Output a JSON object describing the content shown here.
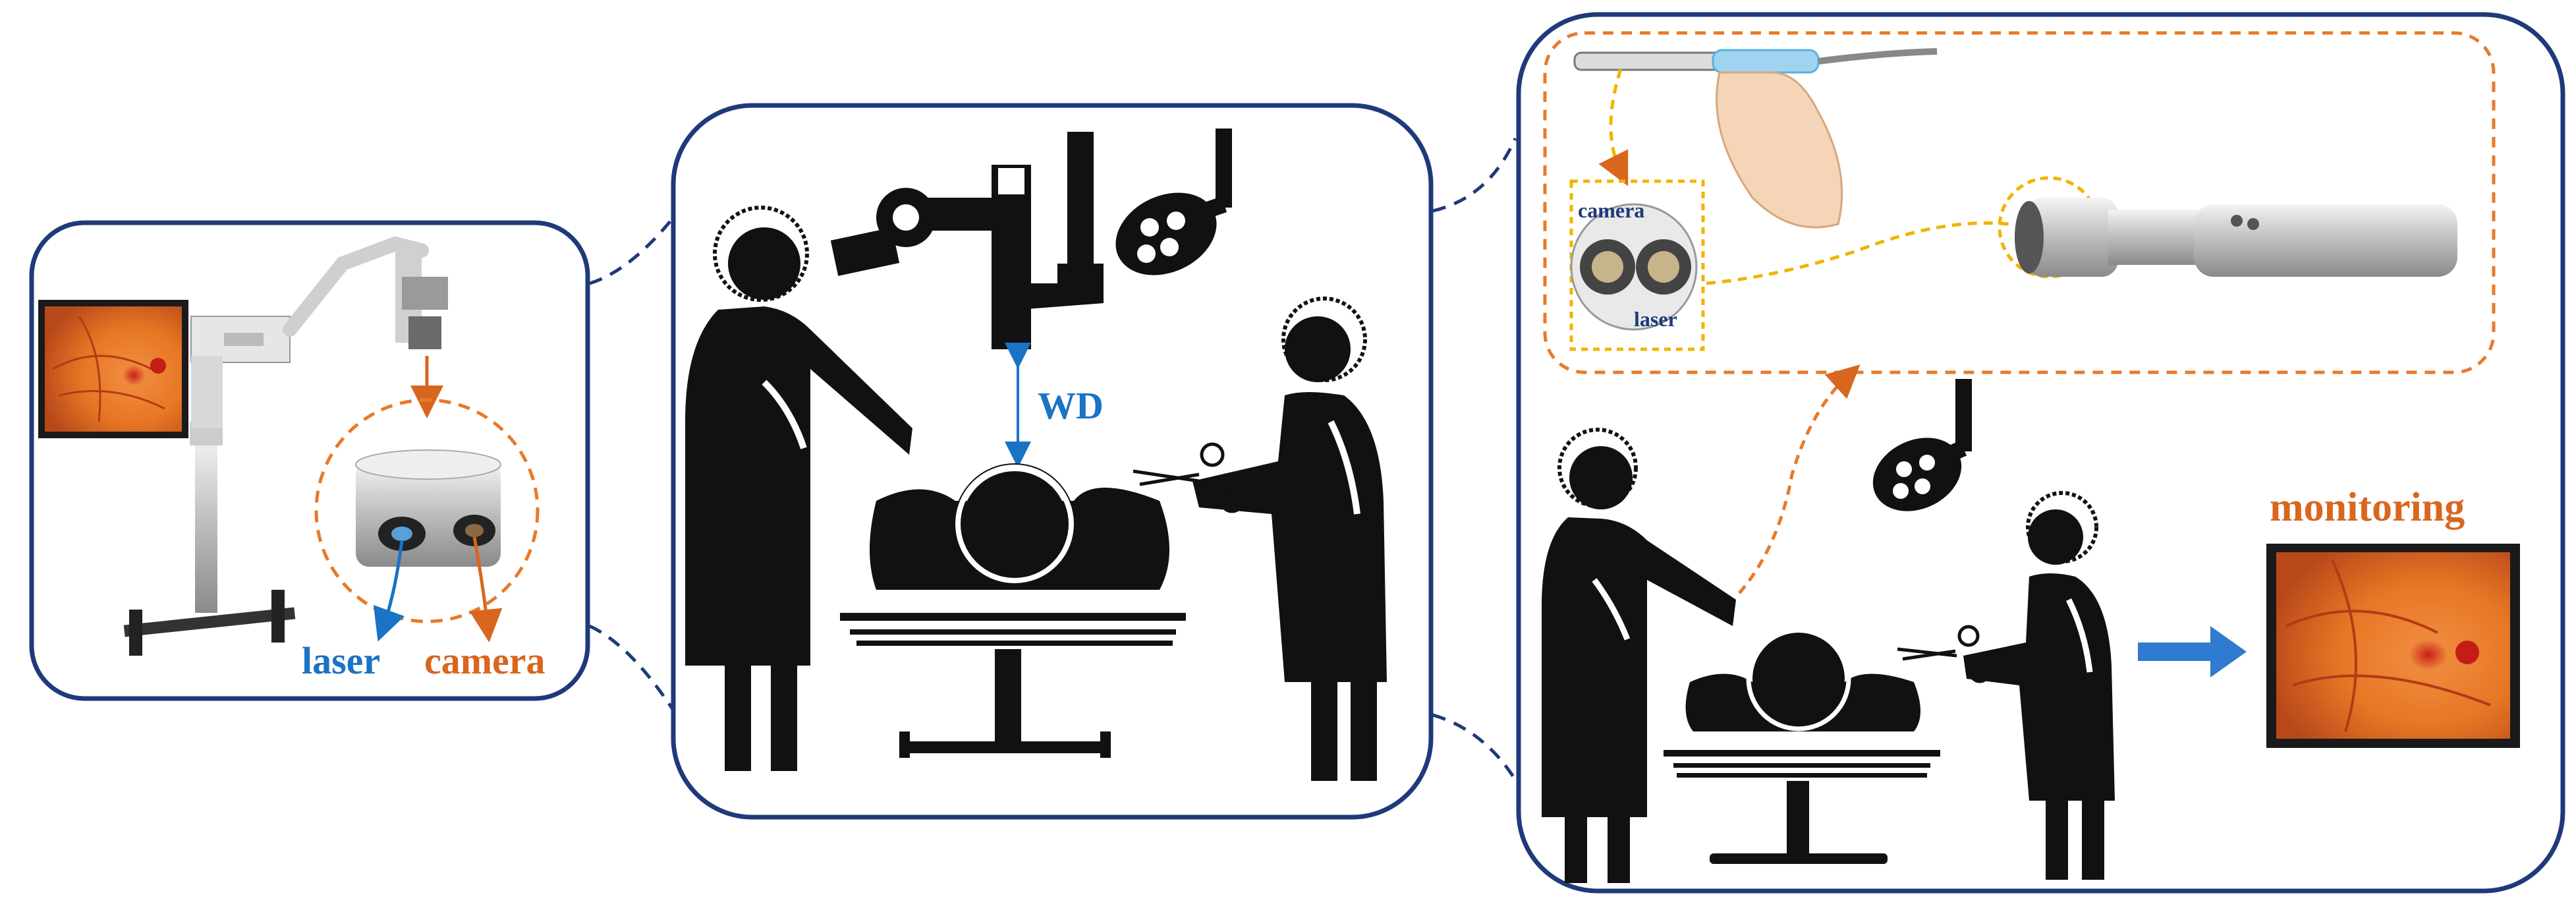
{
  "labels": {
    "laser_left": "laser",
    "camera_left": "camera",
    "wd": "WD",
    "monitoring": "monitoring",
    "camera_probe": "camera",
    "laser_probe": "laser"
  },
  "colors": {
    "panel_border": "#1f3a7a",
    "laser_blue": "#1a73c4",
    "camera_orange": "#d9661f",
    "dashed_orange": "#e87a2a",
    "dashed_yellow": "#f0b400",
    "arrow_blue": "#2e7bcf",
    "retina_orange": "#e27a2c",
    "silhouette": "#111111"
  },
  "icons": {
    "surgeon": "surgeon-silhouette-icon",
    "nurse": "nurse-silhouette-icon",
    "patient": "patient-on-table-icon",
    "lamp": "surgical-lamp-icon",
    "microscope": "surgical-microscope-icon",
    "probe": "handheld-probe-icon",
    "monitor": "retina-monitor-icon"
  }
}
